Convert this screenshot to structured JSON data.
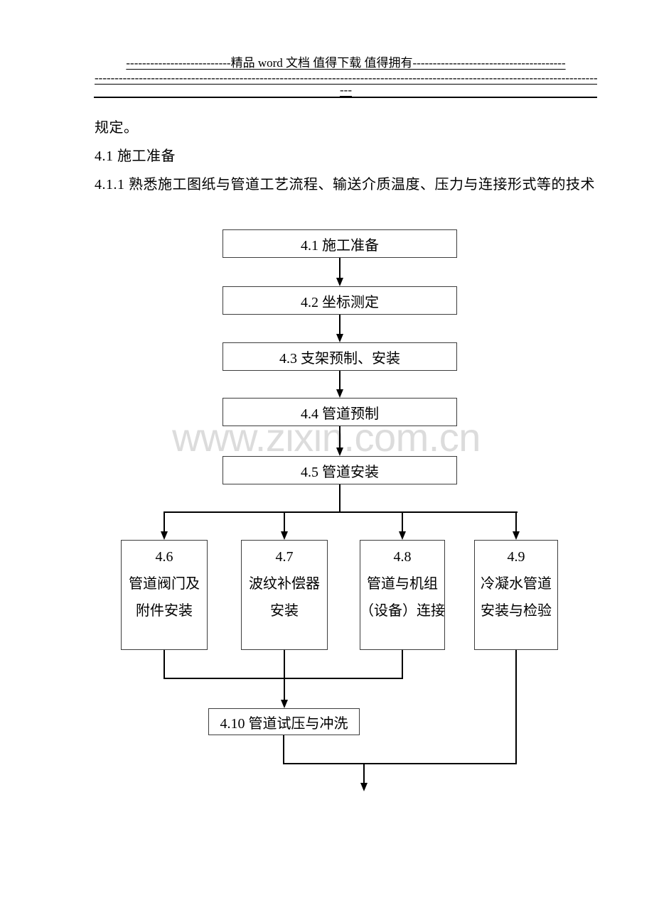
{
  "header": {
    "line1": "--------------------------精品 word 文档 值得下载 值得拥有--------------------------------------",
    "line2": "--------------------------------------------------------------------------------------------------------------------------------------------------------------------",
    "line3": "---"
  },
  "content": {
    "paragraphs": [
      "规定。",
      "4.1 施工准备",
      "4.1.1 熟悉施工图纸与管道工艺流程、输送介质温度、压力与连接形式等的技术"
    ]
  },
  "watermark": {
    "text": "www.zixin.com.cn",
    "color": "#dcdcdc"
  },
  "flowchart": {
    "top_boxes": [
      {
        "label": "4.1 施工准备"
      },
      {
        "label": "4.2 坐标测定"
      },
      {
        "label": "4.3 支架预制、安装"
      },
      {
        "label": "4.4 管道预制"
      },
      {
        "label": "4.5 管道安装"
      }
    ],
    "branch_boxes": [
      {
        "lines": [
          "4.6",
          "管道阀门及",
          "附件安装"
        ]
      },
      {
        "lines": [
          "4.7",
          "波纹补偿器",
          "安装"
        ]
      },
      {
        "lines": [
          "4.8",
          "管道与机组",
          "（设备）连接"
        ]
      },
      {
        "lines": [
          "4.9",
          "冷凝水管道",
          "安装与检验"
        ]
      }
    ],
    "final_box": {
      "label": "4.10 管道试压与冲洗"
    }
  },
  "colors": {
    "text": "#000000",
    "line": "#000000",
    "box_border": "#3d3d3d",
    "watermark": "#dcdcdc",
    "background": "#ffffff"
  }
}
